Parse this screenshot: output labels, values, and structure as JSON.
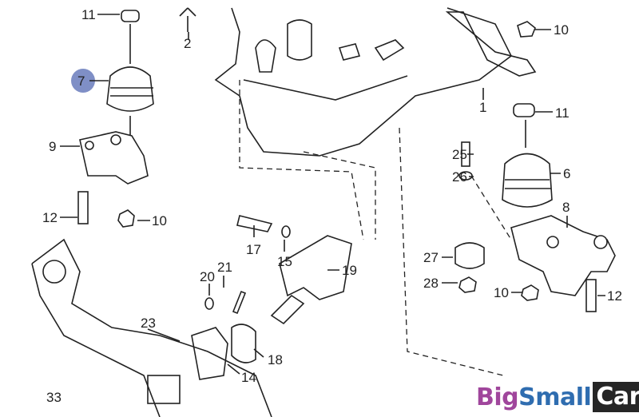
{
  "diagram": {
    "highlight_color": "#7f8fc6",
    "highlighted_part": "7",
    "labels": {
      "p11a": "11",
      "p2": "2",
      "p7": "7",
      "p9": "9",
      "p12a": "12",
      "p10a": "10",
      "p10b": "10",
      "p1": "1",
      "p11b": "11",
      "p25": "25",
      "p26": "26",
      "p6": "6",
      "p8": "8",
      "p27": "27",
      "p28": "28",
      "p10c": "10",
      "p12b": "12",
      "p17": "17",
      "p15": "15",
      "p19": "19",
      "p20": "20",
      "p21": "21",
      "p23": "23",
      "p14": "14",
      "p18": "18",
      "p33": "33"
    }
  },
  "watermark": {
    "big": "Big",
    "small": "Small",
    "car": "Car"
  }
}
